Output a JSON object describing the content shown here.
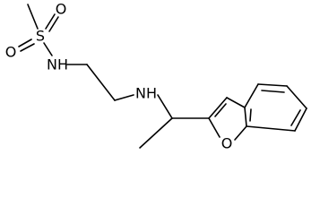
{
  "molecule": {
    "atoms": {
      "sulfur": "S",
      "oxygen_top": "O",
      "oxygen_left": "O",
      "sulfonamide_nh": "NH",
      "amine_nh": "NH",
      "furan_oxygen": "O"
    }
  },
  "colors": {
    "bond": "#000000",
    "text": "#000000",
    "background": "#ffffff"
  }
}
